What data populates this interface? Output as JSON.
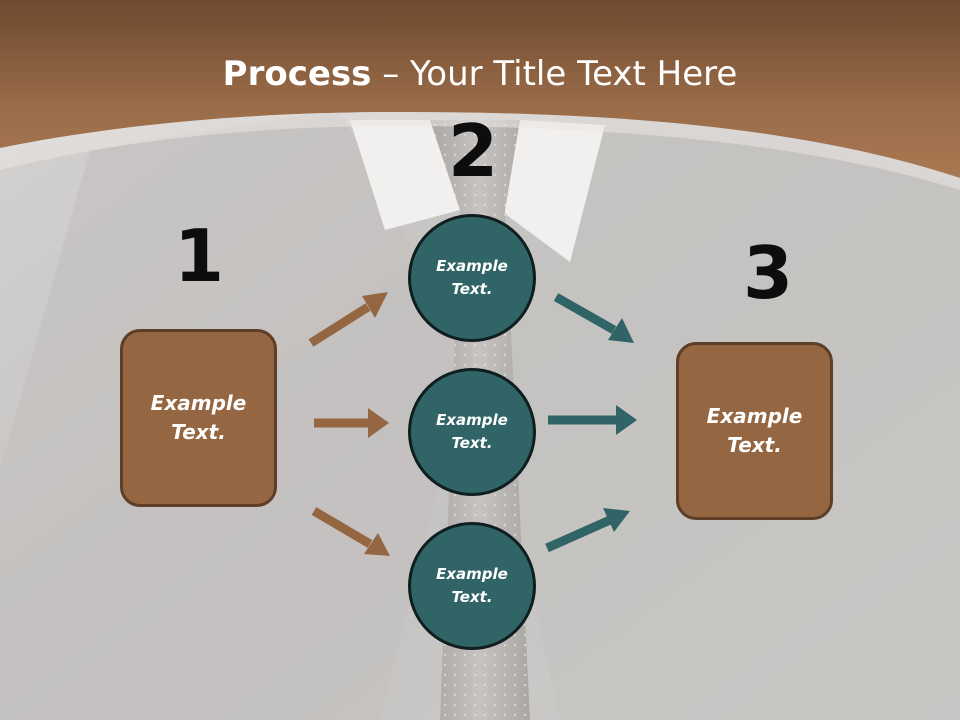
{
  "slide": {
    "title_bold": "Process",
    "title_separator": " – ",
    "title_rest": "Your Title Text Here"
  },
  "steps": [
    {
      "number": "1"
    },
    {
      "number": "2"
    },
    {
      "number": "3"
    }
  ],
  "left_box": {
    "line1": "Example",
    "line2": "Text."
  },
  "right_box": {
    "line1": "Example",
    "line2": "Text."
  },
  "circles": [
    {
      "line1": "Example",
      "line2": "Text."
    },
    {
      "line1": "Example",
      "line2": "Text."
    },
    {
      "line1": "Example",
      "line2": "Text."
    }
  ],
  "colors": {
    "band": "#8a5e3c",
    "box_fill": "#946642",
    "box_border": "#5e3e26",
    "circle_fill": "#316466",
    "circle_border": "#0f1e1f",
    "arrow_brown": "#946642",
    "arrow_teal": "#316466"
  }
}
